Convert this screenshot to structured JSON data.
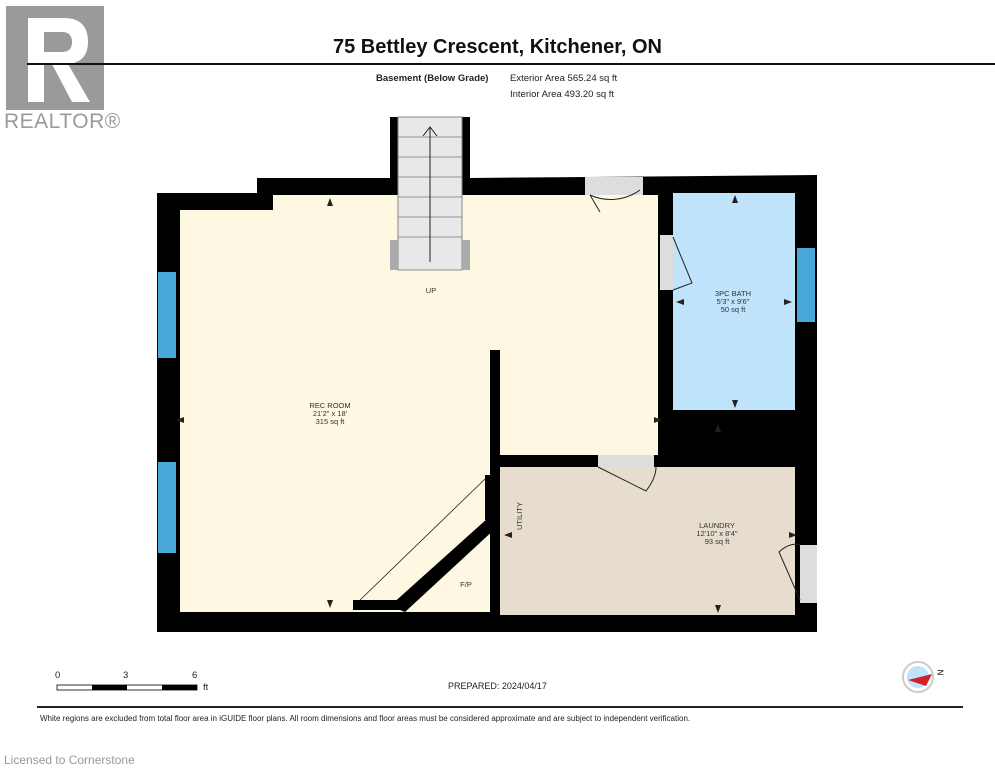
{
  "header": {
    "title": "75 Bettley Crescent, Kitchener, ON",
    "floor": "Basement (Below Grade)",
    "exterior_area": "Exterior Area 565.24 sq ft",
    "interior_area": "Interior Area 493.20 sq ft"
  },
  "logo": {
    "text": "REALTOR®"
  },
  "rooms": {
    "rec": {
      "name": "REC ROOM",
      "dims": "21'2\" x 18'",
      "area": "315 sq ft"
    },
    "bath": {
      "name": "3PC BATH",
      "dims": "5'3\" x 9'6\"",
      "area": "50 sq ft"
    },
    "laundry": {
      "name": "LAUNDRY",
      "dims": "12'10\" x 8'4\"",
      "area": "93 sq ft"
    },
    "utility": {
      "name": "UTILITY"
    },
    "fp": {
      "name": "F/P"
    },
    "up": {
      "name": "UP"
    }
  },
  "scale": {
    "ticks": [
      "0",
      "3",
      "6"
    ],
    "unit": "ft"
  },
  "compass": {
    "label": "N"
  },
  "footer": {
    "prepared": "PREPARED: 2024/04/17",
    "disclaimer": "White regions are excluded from total floor area in iGUIDE floor plans. All room dimensions and floor areas must be considered approximate and are subject to independent verification.",
    "licensed": "Licensed to Cornerstone"
  },
  "colors": {
    "rec": "#fef7e1",
    "bath": "#bfe3fa",
    "laundry": "#e6ddcf",
    "window": "#4aa8d8",
    "wall": "#000000"
  }
}
